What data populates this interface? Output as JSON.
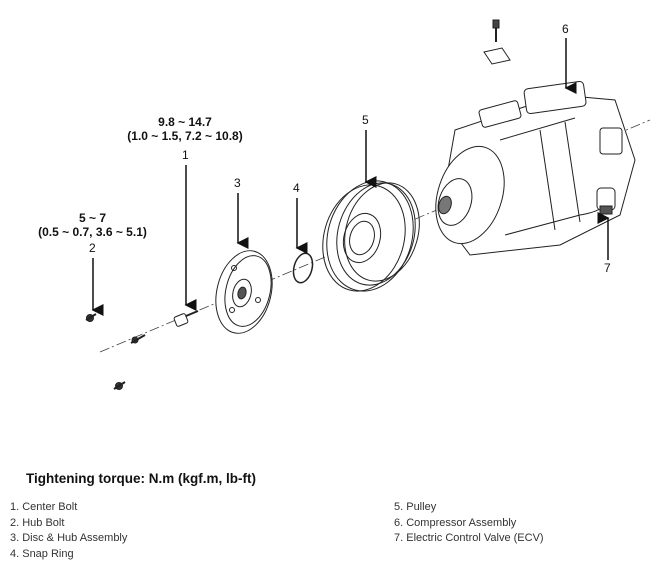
{
  "callouts": {
    "part1": {
      "number": "1",
      "torque_nm": "9.8 ~ 14.7",
      "torque_other": "(1.0 ~ 1.5, 7.2 ~ 10.8)"
    },
    "part2": {
      "number": "2",
      "torque_nm": "5 ~ 7",
      "torque_other": "(0.5 ~ 0.7, 3.6 ~ 5.1)"
    },
    "part3": {
      "number": "3"
    },
    "part4": {
      "number": "4"
    },
    "part5": {
      "number": "5"
    },
    "part6": {
      "number": "6"
    },
    "part7": {
      "number": "7"
    }
  },
  "legend_title": "Tightening torque: N.m (kgf.m, lb-ft)",
  "legend": {
    "left": [
      "1. Center Bolt",
      "2. Hub Bolt",
      "3. Disc & Hub Assembly",
      "4. Snap Ring"
    ],
    "right": [
      "5. Pulley",
      "6. Compressor Assembly",
      "7. Electric Control Valve (ECV)"
    ]
  }
}
